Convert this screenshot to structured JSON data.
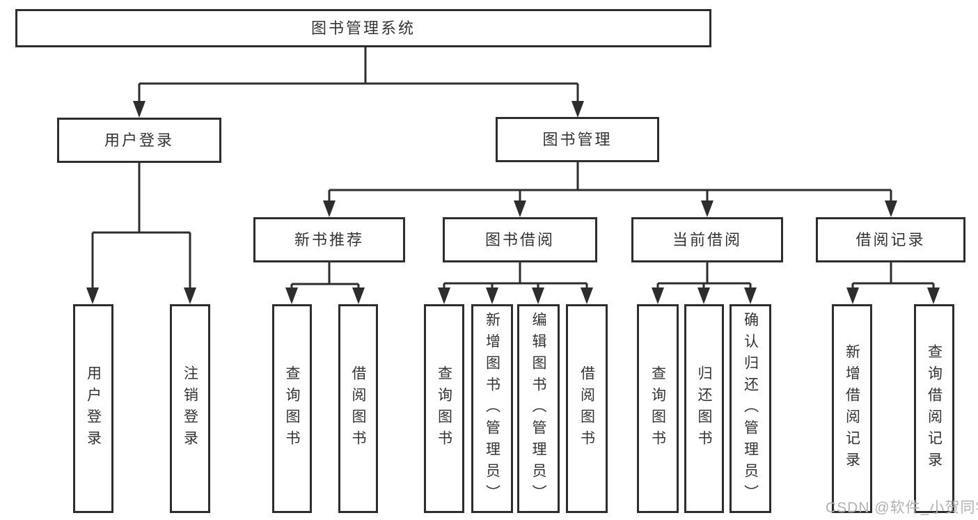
{
  "tree": {
    "label": "图书管理系统",
    "children": [
      {
        "label": "用户登录",
        "children": [
          {
            "label": "用户登录"
          },
          {
            "label": "注销登录"
          }
        ]
      },
      {
        "label": "图书管理",
        "children": [
          {
            "label": "新书推荐",
            "children": [
              {
                "label": "查询图书"
              },
              {
                "label": "借阅图书"
              }
            ]
          },
          {
            "label": "图书借阅",
            "children": [
              {
                "label": "查询图书"
              },
              {
                "label": "新增图书（管理员）"
              },
              {
                "label": "编辑图书（管理员）"
              },
              {
                "label": "借阅图书"
              }
            ]
          },
          {
            "label": "当前借阅",
            "children": [
              {
                "label": "查询图书"
              },
              {
                "label": "归还图书"
              },
              {
                "label": "确认归还（管理员）"
              }
            ]
          },
          {
            "label": "借阅记录",
            "children": [
              {
                "label": "新增借阅记录"
              },
              {
                "label": "查询借阅记录"
              }
            ]
          }
        ]
      }
    ]
  },
  "watermark": {
    "text": "CSDN @软件_小贺同学"
  },
  "colors": {
    "line": "#2d2d2d",
    "text": "#333333",
    "watermark": "#b2b2b2",
    "background": "#ffffff"
  }
}
